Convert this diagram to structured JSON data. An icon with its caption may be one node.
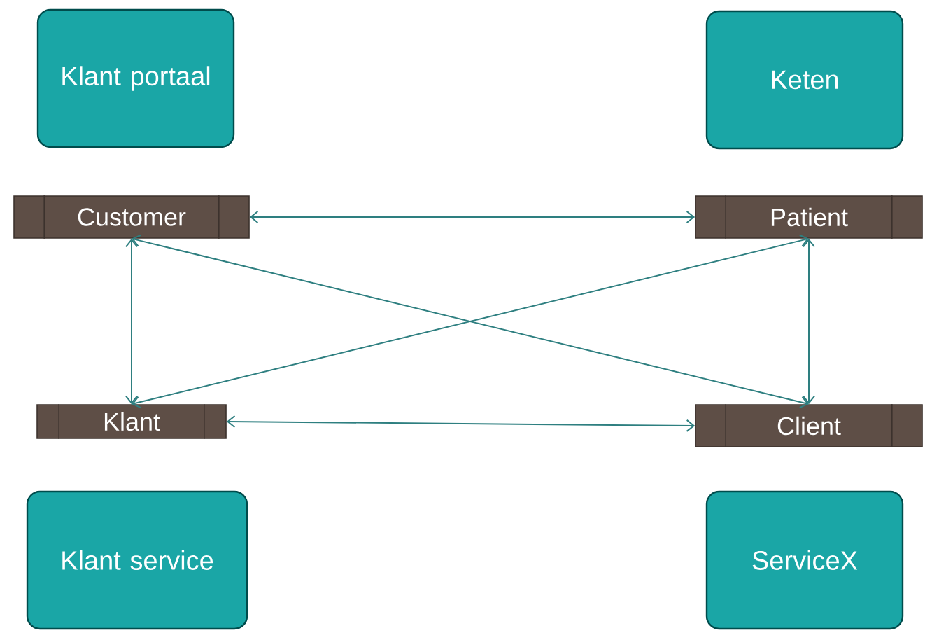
{
  "diagram": {
    "nodes": [
      {
        "text": [
          "Klant portaal"
        ]
      },
      {
        "text": [
          "Keten"
        ]
      },
      {
        "text": [
          "Customer"
        ]
      },
      {
        "text": [
          "Patient"
        ]
      },
      {
        "text": [
          "Klant"
        ]
      },
      {
        "text": [
          "Client"
        ]
      },
      {
        "text": [
          "Klant service"
        ]
      },
      {
        "text": [
          "ServiceX"
        ]
      }
    ],
    "edges": [
      {
        "from": 2,
        "to": 3,
        "arrow": "both"
      },
      {
        "from": 2,
        "to": 4,
        "arrow": "both"
      },
      {
        "from": 2,
        "to": 5,
        "arrow": "both"
      },
      {
        "from": 4,
        "to": 3,
        "arrow": "both"
      },
      {
        "from": 4,
        "to": 5,
        "arrow": "both"
      },
      {
        "from": 3,
        "to": 5,
        "arrow": "both"
      }
    ]
  }
}
